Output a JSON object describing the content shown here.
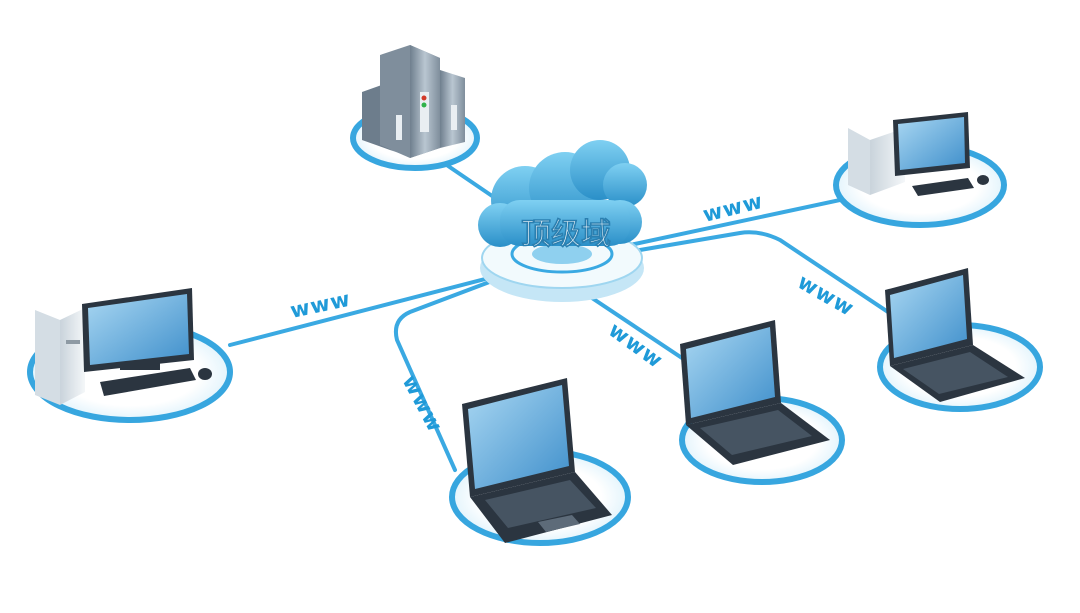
{
  "hub": {
    "label": "顶级域",
    "icon": "cloud-icon"
  },
  "links": [
    {
      "id": "to-desktop-left",
      "label": "www"
    },
    {
      "id": "to-desktop-right",
      "label": "www"
    },
    {
      "id": "to-laptop-1",
      "label": "www"
    },
    {
      "id": "to-laptop-2",
      "label": "www"
    },
    {
      "id": "to-laptop-3",
      "label": "www"
    }
  ],
  "nodes": [
    {
      "id": "server",
      "icon": "server-icon"
    },
    {
      "id": "desktop-left",
      "icon": "desktop-computer-icon"
    },
    {
      "id": "desktop-right",
      "icon": "desktop-computer-icon"
    },
    {
      "id": "laptop-1",
      "icon": "laptop-icon"
    },
    {
      "id": "laptop-2",
      "icon": "laptop-icon"
    },
    {
      "id": "laptop-3",
      "icon": "laptop-icon"
    }
  ],
  "colors": {
    "accent": "#2fa7e0",
    "ring_inner": "#dff2fb",
    "cloud": "#3fa9dc",
    "screen": "#5aa6d8",
    "body_dark": "#2b3540",
    "server_body": "#8a99a8"
  }
}
